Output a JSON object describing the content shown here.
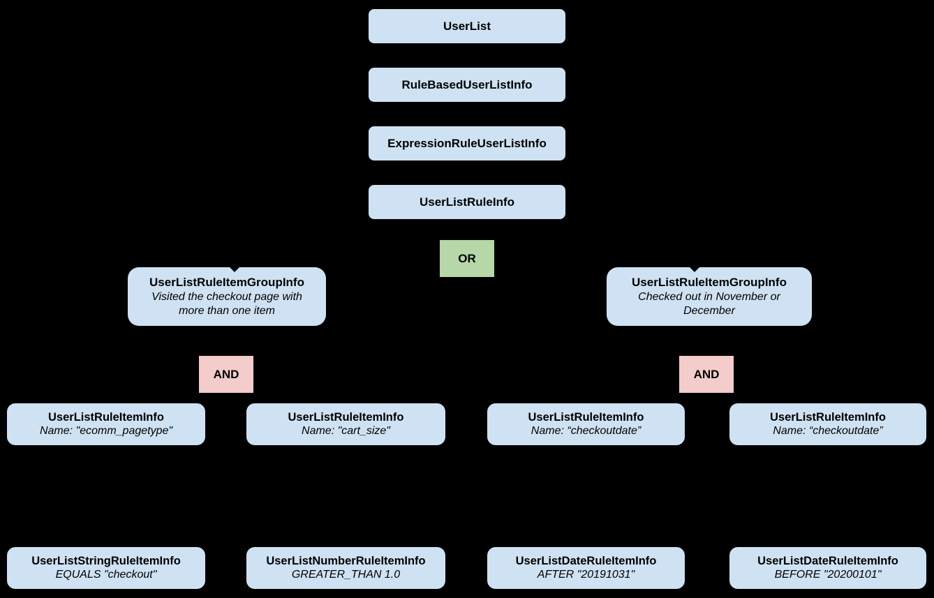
{
  "diagram": {
    "background_color": "#000000",
    "node_fill_color": "#cfe2f3",
    "or_fill_color": "#b6d7a8",
    "and_fill_color": "#f4cccc",
    "text_color": "#000000",
    "chain": [
      {
        "label": "UserList"
      },
      {
        "label": "RuleBasedUserListInfo"
      },
      {
        "label": "ExpressionRuleUserListInfo"
      },
      {
        "label": "UserListRuleInfo"
      }
    ],
    "or_operator": {
      "label": "OR"
    },
    "and_operators": [
      {
        "label": "AND"
      },
      {
        "label": "AND"
      }
    ],
    "groups": [
      {
        "title": "UserListRuleItemGroupInfo",
        "description": "Visited the checkout page with more than one item"
      },
      {
        "title": "UserListRuleItemGroupInfo",
        "description": "Checked out in November or December"
      }
    ],
    "rule_items": [
      {
        "title": "UserListRuleItemInfo",
        "detail": "Name: \"ecomm_pagetype\""
      },
      {
        "title": "UserListRuleItemInfo",
        "detail": "Name: \"cart_size\""
      },
      {
        "title": "UserListRuleItemInfo",
        "detail": "Name: “checkoutdate”"
      },
      {
        "title": "UserListRuleItemInfo",
        "detail": "Name: “checkoutdate”"
      }
    ],
    "leaf_items": [
      {
        "title": "UserListStringRuleItemInfo",
        "detail": "EQUALS \"checkout\""
      },
      {
        "title": "UserListNumberRuleItemInfo",
        "detail": "GREATER_THAN 1.0"
      },
      {
        "title": "UserListDateRuleItemInfo",
        "detail": "AFTER \"20191031\""
      },
      {
        "title": "UserListDateRuleItemInfo",
        "detail": "BEFORE \"20200101\""
      }
    ]
  }
}
